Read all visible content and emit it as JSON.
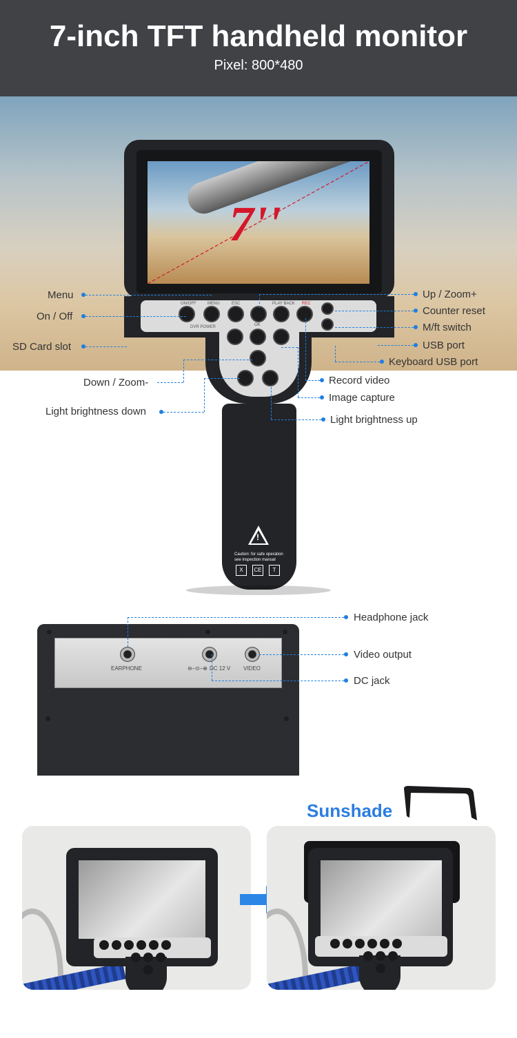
{
  "header": {
    "title": "7-inch TFT handheld monitor",
    "subtitle": "Pixel: 800*480"
  },
  "screen": {
    "size_label": "7''"
  },
  "keypad_labels": {
    "on_off": "ON/OFF",
    "menu": "MENU",
    "esc": "ESC",
    "playback": "PLAY BACK",
    "rec": "REC",
    "dvr_power": "DVR POWER",
    "ok": "OK"
  },
  "callouts_left": {
    "menu": "Menu",
    "on_off": "On / Off",
    "sd_card": "SD Card slot",
    "down_zoom": "Down / Zoom-",
    "light_down": "Light brightness down"
  },
  "callouts_right": {
    "up_zoom": "Up / Zoom+",
    "counter_reset": "Counter reset",
    "mft_switch": "M/ft switch",
    "usb_port": "USB port",
    "keyboard_usb": "Keyboard USB port",
    "record_video": "Record video",
    "image_capture": "Image capture",
    "light_up": "Light brightness up"
  },
  "handle": {
    "caution_line1": "Caution: for safe operation",
    "caution_line2": "see inspection manual",
    "warn_symbol": "!",
    "marks": [
      "X",
      "CE",
      "T"
    ]
  },
  "ports": {
    "earphone": "EARPHONE",
    "dc": "DC 12 V",
    "dc_symbol": "⊖–⊙–⊕",
    "video": "VIDEO",
    "headphone_callout": "Headphone jack",
    "video_callout": "Video output",
    "dc_callout": "DC jack"
  },
  "sunshade": {
    "label": "Sunshade"
  },
  "colors": {
    "accent": "#1e7fe0",
    "sunshade_text": "#2b7de0",
    "header_bg": "#404246"
  }
}
